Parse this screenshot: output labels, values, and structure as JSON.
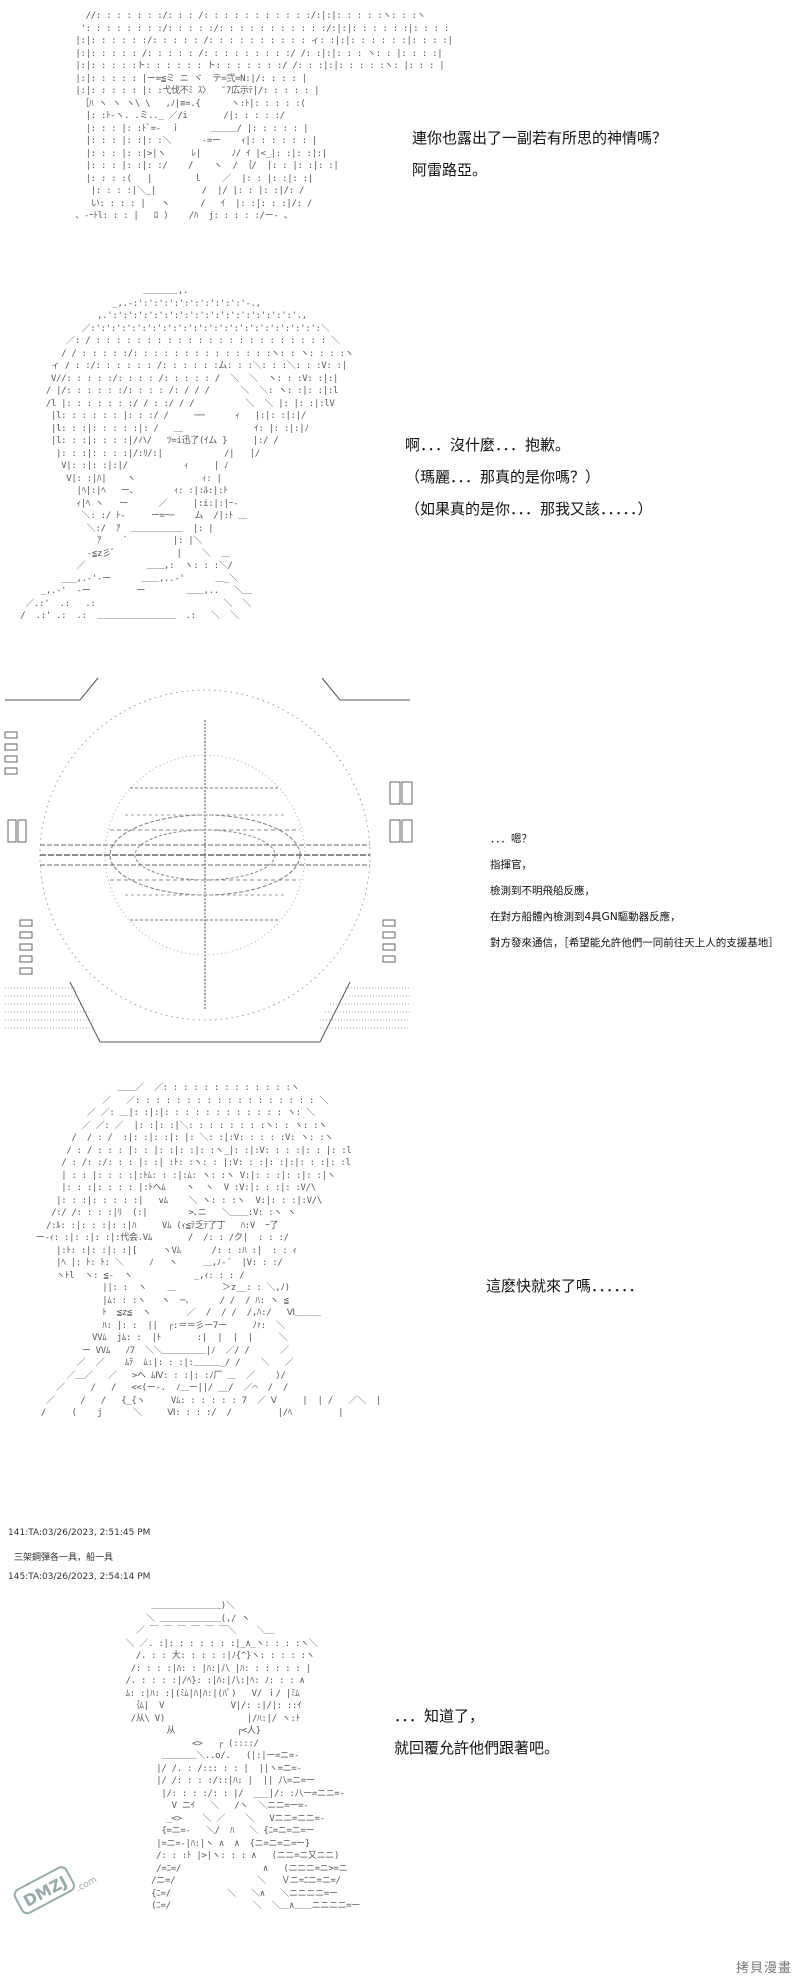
{
  "panels": [
    {
      "id": "p1",
      "dialogue": [
        "連你也露出了一副若有所思的神情嗎？",
        "阿雷路亞。"
      ]
    },
    {
      "id": "p2",
      "dialogue": [
        "啊．．．沒什麼．．．抱歉。",
        "（瑪麗．．．那真的是你嗎？）",
        "（如果真的是你．．．那我又該．．．．．）"
      ]
    },
    {
      "id": "p3",
      "dialogue": [
        "．．．嗯？",
        "指揮官，",
        "檢測到不明飛船反應，",
        "在對方船體內檢測到4具GN驅動器反應，",
        "對方發來通信，［希望能允許他們一同前往天上人的支援基地］"
      ]
    },
    {
      "id": "p4",
      "dialogue": [
        "這麽快就來了嗎．．．．．．"
      ]
    },
    {
      "id": "p5",
      "dialogue": [
        "．．．知道了，",
        "就回覆允許他們跟著吧。"
      ]
    }
  ],
  "posts": [
    {
      "header": "141:TA:03/26/2023, 2:51:45 PM",
      "body": "三架鋼彈各一具，船一具"
    },
    {
      "header": "145:TA:03/26/2023, 2:54:14 PM"
    }
  ],
  "watermark": {
    "logo_text": "DMZJ",
    "logo_sub": ".com",
    "corner_text": "拷貝漫畫"
  }
}
